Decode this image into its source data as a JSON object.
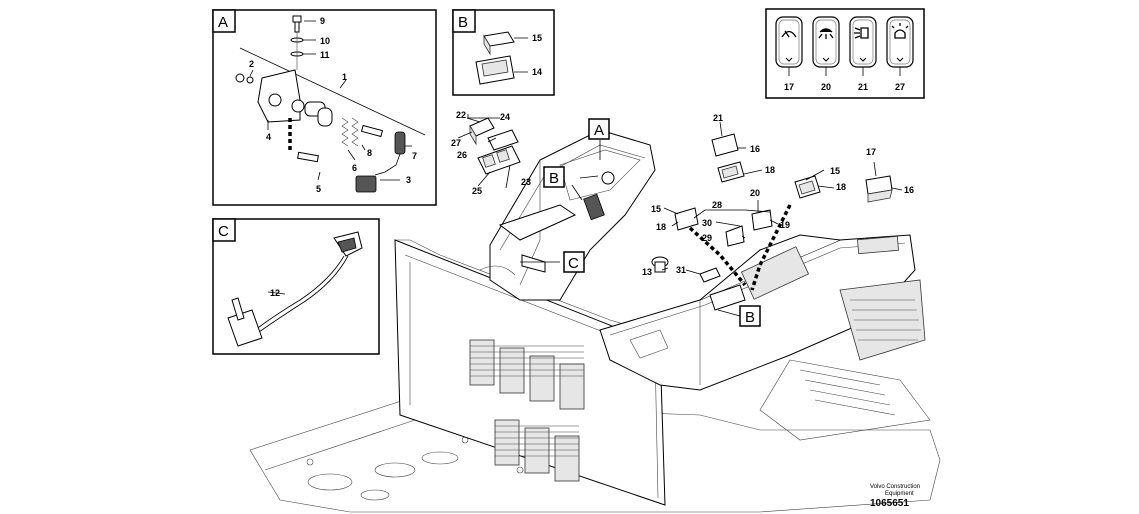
{
  "panel_letters": {
    "a": "A",
    "b": "B",
    "c": "C"
  },
  "inset_a_parts": {
    "p9": "9",
    "p10": "10",
    "p11": "11",
    "p1": "1",
    "p2": "2",
    "p4": "4",
    "p8": "8",
    "p6": "6",
    "p7": "7",
    "p5": "5",
    "p3": "3"
  },
  "inset_b_parts": {
    "p15": "15",
    "p14": "14"
  },
  "inset_c_parts": {
    "p12": "12"
  },
  "switch_panel": {
    "icons": [
      "wiper-icon",
      "washer-icon",
      "work-light-icon",
      "beacon-icon"
    ],
    "labels": [
      "17",
      "20",
      "21",
      "27"
    ]
  },
  "main_parts": {
    "p22": "22",
    "p27": "27",
    "p26": "26",
    "p24": "24",
    "p25": "25",
    "p23": "23",
    "p21": "21",
    "p16a": "16",
    "p18a": "18",
    "p15a": "15",
    "p18b": "18",
    "p17": "17",
    "p16b": "16",
    "p15b": "15",
    "p18c": "18",
    "p28": "28",
    "p20": "20",
    "p30": "30",
    "p19": "19",
    "p29": "29",
    "p13": "13",
    "p31": "31"
  },
  "callouts": {
    "a": "A",
    "b1": "B",
    "b2": "B",
    "c": "C"
  },
  "footer": {
    "brand": "Volvo Construction",
    "brand2": "Equipment",
    "code": "1065651"
  }
}
